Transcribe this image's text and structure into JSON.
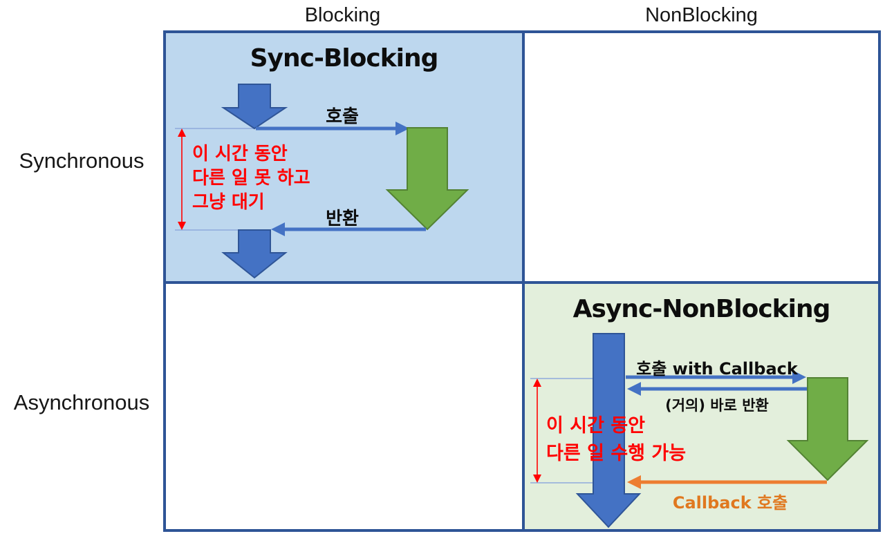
{
  "matrix": {
    "column_headers": [
      {
        "label": "Blocking"
      },
      {
        "label": "NonBlocking"
      }
    ],
    "row_headers": [
      {
        "label": "Synchronous"
      },
      {
        "label": "Asynchronous"
      }
    ]
  },
  "cells": {
    "sync_blocking": {
      "title": "Sync-Blocking",
      "call_label": "호출",
      "return_label": "반환",
      "wait_note": [
        "이 시간 동안",
        "다른 일 못 하고",
        "그냥 대기"
      ]
    },
    "sync_nonblocking": {},
    "async_blocking": {},
    "async_nonblocking": {
      "title": "Async-NonBlocking",
      "call_label": "호출 with Callback",
      "return_label": "(거의) 바로 반환",
      "callback_label": "Callback 호출",
      "note": [
        "이 시간 동안",
        "다른 일 수행 가능"
      ]
    }
  },
  "colors": {
    "cell_border": "#2E5496",
    "sync_blocking_bg": "#BDD7EE",
    "async_nonblocking_bg": "#E3EFDC",
    "arrow_blue": "#4472C4",
    "arrow_green": "#70AD47",
    "arrow_orange": "#ED7D31",
    "note_red": "#FF0000",
    "timeline_thin_blue": "#8FAADC"
  }
}
